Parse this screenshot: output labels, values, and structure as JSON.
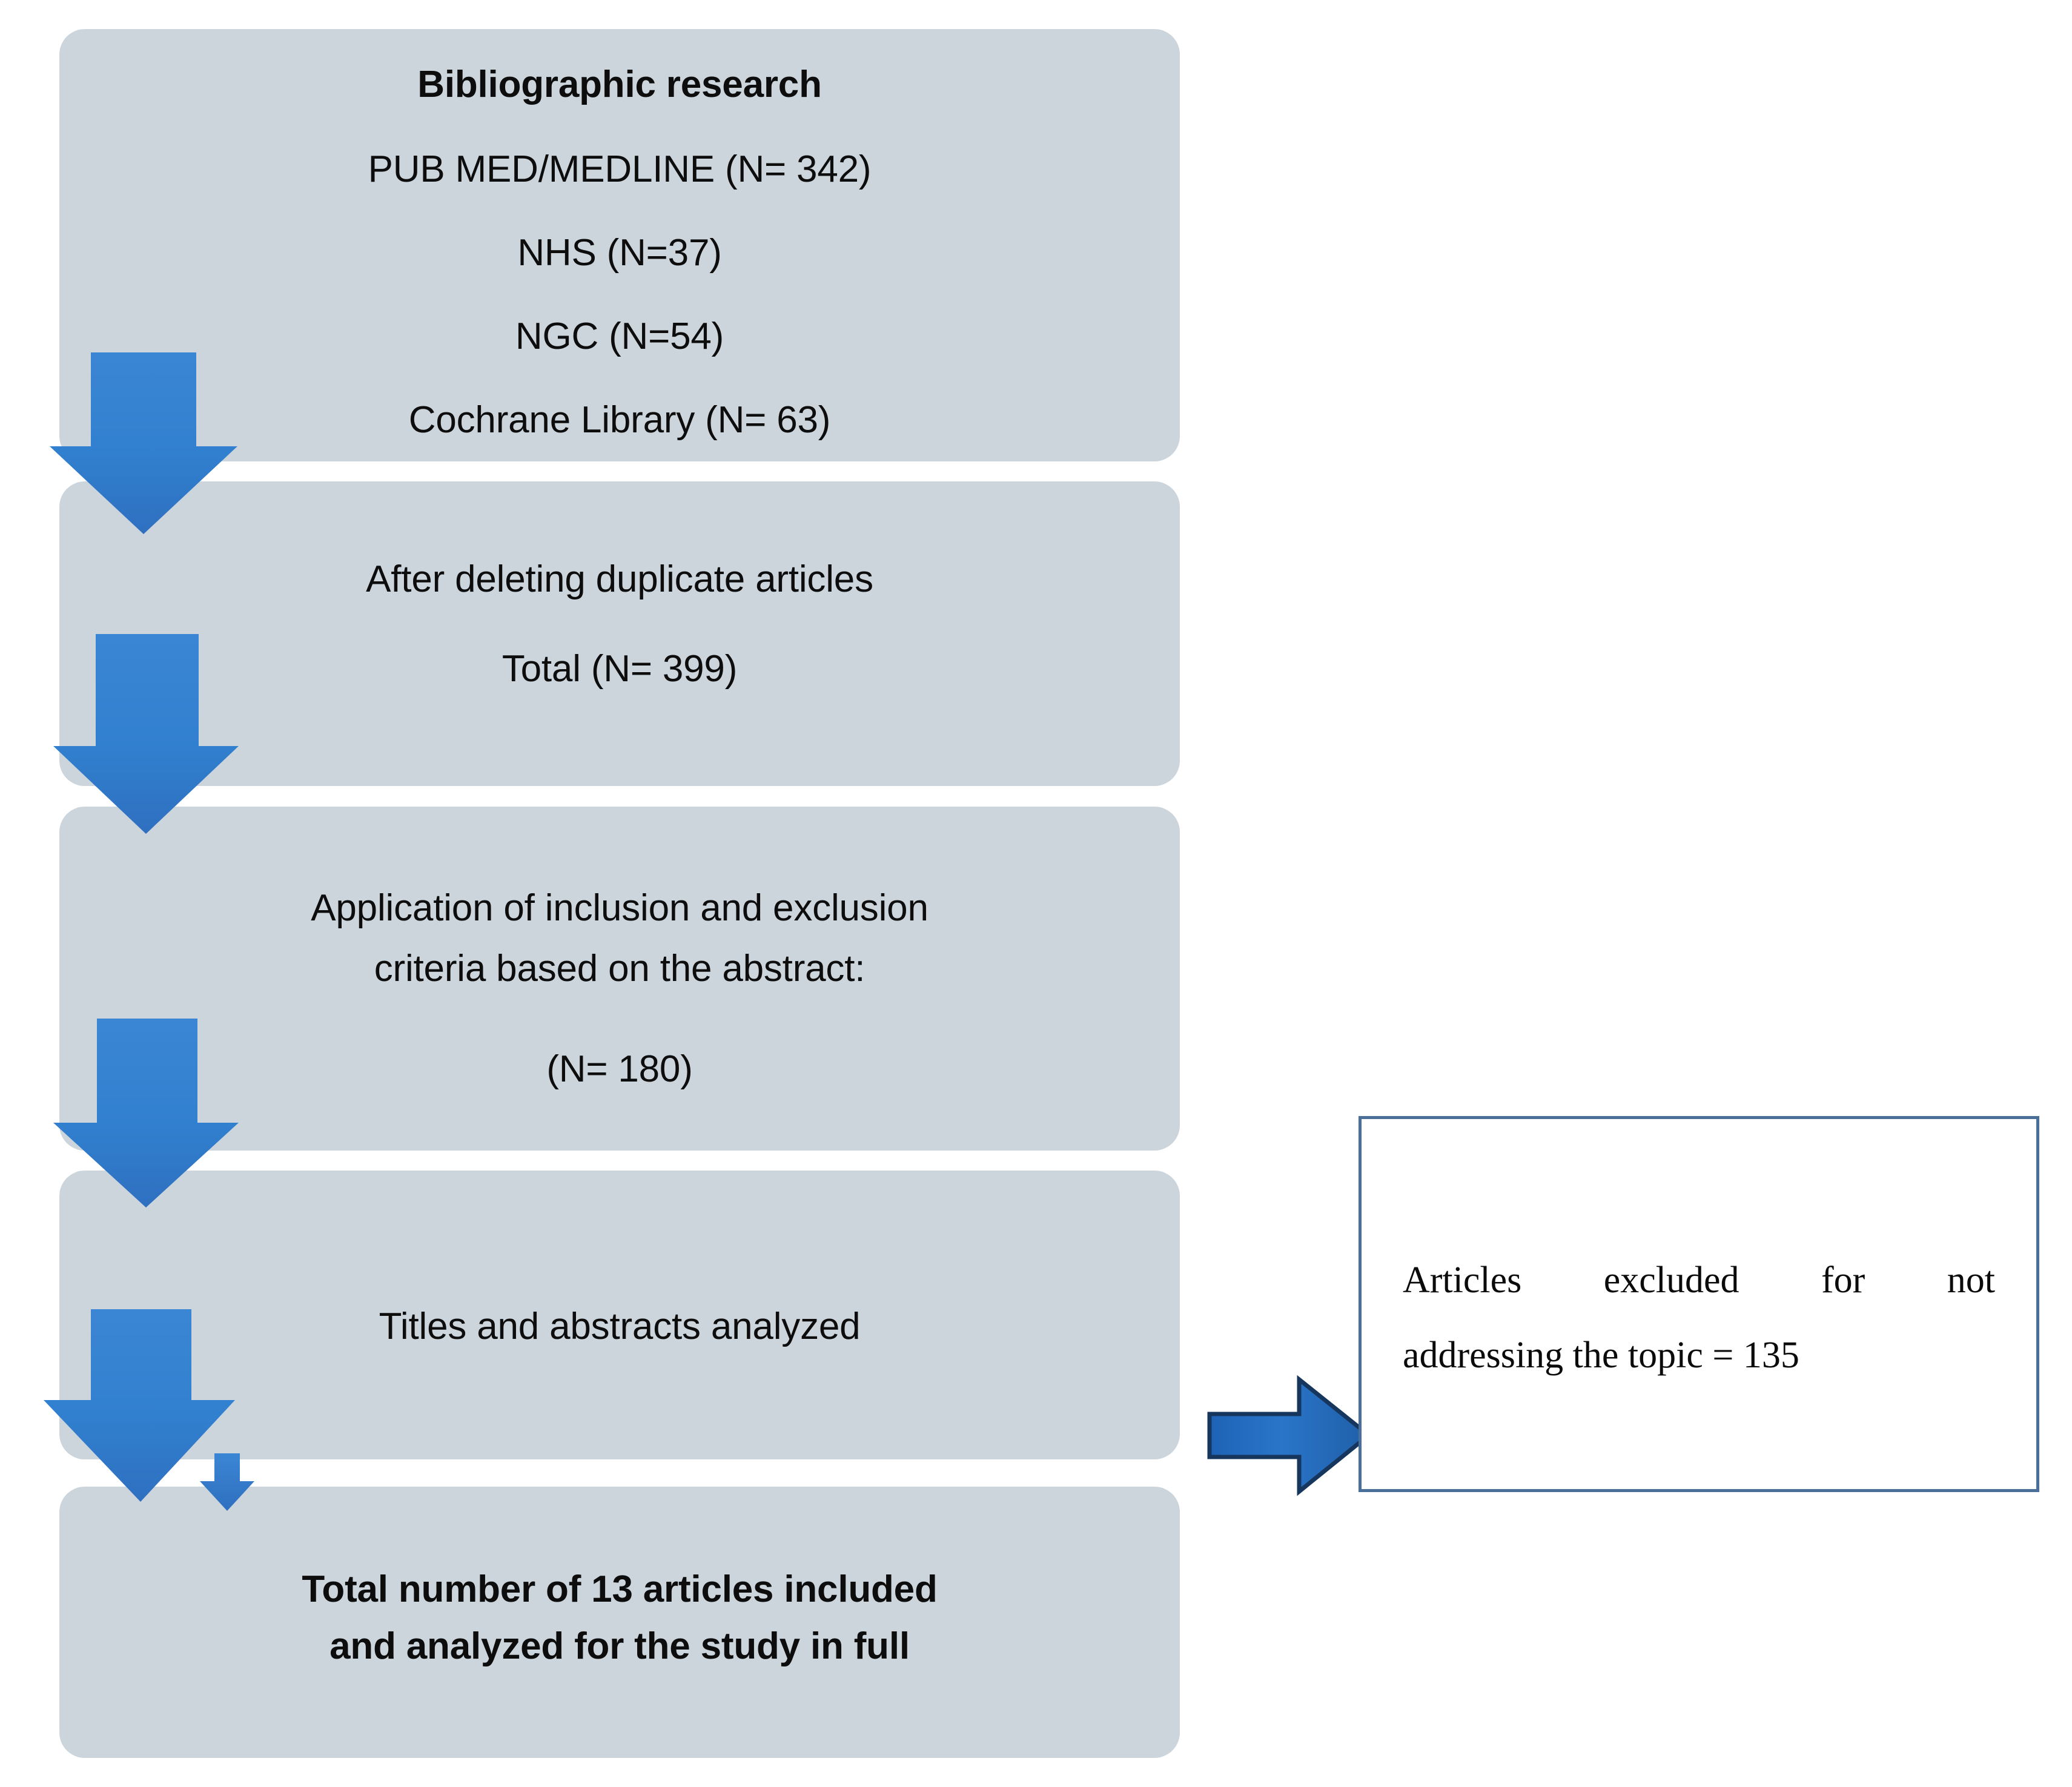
{
  "diagram": {
    "title": "PRISMA-style article selection flowchart",
    "accent_color": "#2e79c7",
    "box_fill_color": "#ccd5dc",
    "exclusion_box_border_color": "#4a7099",
    "text_color": "#0d0d0d"
  },
  "boxes": [
    {
      "id": "bibliographic-research",
      "title": "Bibliographic research",
      "lines": [
        "PUB MED/MEDLINE (N= 342)",
        "NHS (N=37)",
        "NGC (N=54)",
        "Cochrane Library (N= 63)"
      ]
    },
    {
      "id": "after-duplicates",
      "lines": [
        "After deleting duplicate articles",
        "Total (N= 399)"
      ]
    },
    {
      "id": "inclusion-exclusion-criteria",
      "lines": [
        "Application of inclusion and exclusion",
        "criteria based on the abstract:",
        "",
        "(N= 180)"
      ]
    },
    {
      "id": "titles-abstracts-analyzed",
      "lines": [
        "Titles and abstracts analyzed"
      ]
    },
    {
      "id": "total-included",
      "lines": [
        "Total number of 13 articles included",
        "and analyzed for the study in full"
      ]
    }
  ],
  "exclusion": {
    "line1": "Articles  excluded  for  not",
    "line2": "addressing the topic = 135"
  },
  "arrows": {
    "down_icon_name": "arrow-down-icon",
    "right_icon_name": "arrow-right-icon",
    "count_down": 5,
    "count_right": 1
  }
}
